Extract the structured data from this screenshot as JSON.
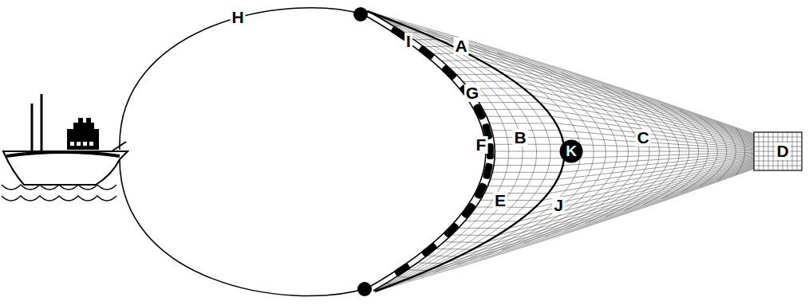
{
  "diagram": {
    "nodes": [
      {
        "text": [
          "K"
        ]
      }
    ],
    "labels": [
      "H",
      "I",
      "A",
      "G",
      "F",
      "B",
      "C",
      "E",
      "J",
      "D"
    ]
  }
}
